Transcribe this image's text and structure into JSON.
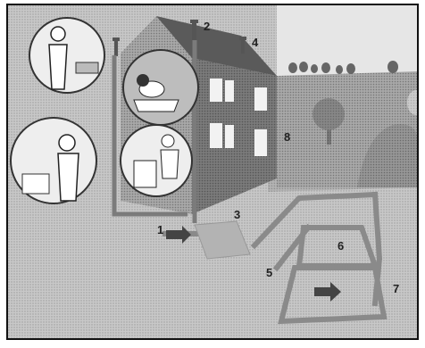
{
  "labels": [
    {
      "id": "1",
      "text": "1"
    },
    {
      "id": "2",
      "text": "2"
    },
    {
      "id": "3",
      "text": "3"
    },
    {
      "id": "4",
      "text": "4"
    },
    {
      "id": "5",
      "text": "5"
    },
    {
      "id": "6",
      "text": "6"
    },
    {
      "id": "7",
      "text": "7"
    },
    {
      "id": "8",
      "text": "8"
    }
  ],
  "colors": {
    "frame": "#111111",
    "ground": "#bdbdbd",
    "sky": "#d9d9d9",
    "house_front": "#9c9c9c",
    "house_side": "#6f6f6f",
    "roof": "#5e5e5e",
    "pipe": "#8a8a8a"
  }
}
